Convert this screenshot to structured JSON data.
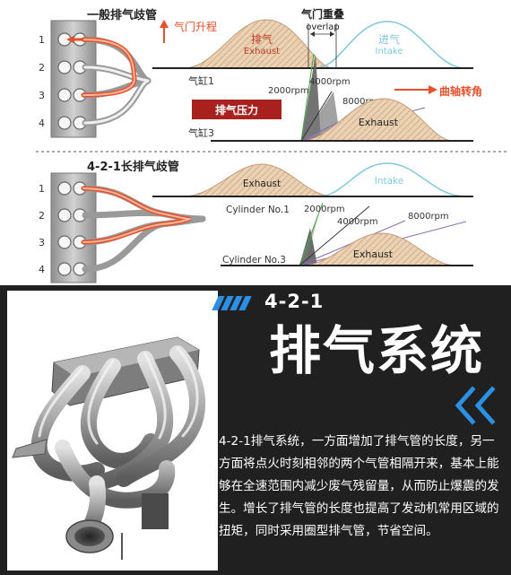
{
  "diagram_top": {
    "title": "一般排气歧管",
    "cylinder_numbers": [
      "1",
      "2",
      "3",
      "4"
    ],
    "valve_lift_label": "气门升程",
    "overlap_label_cn": "气门重叠",
    "overlap_label_en": "overlap",
    "exhaust_label_cn": "排气",
    "exhaust_label_en": "Exhaust",
    "intake_label_cn": "进气",
    "intake_label_en": "Intake",
    "cyl1_label": "气缸1",
    "cyl3_label": "气缸3",
    "crank_angle_label": "曲轴转角",
    "exhaust_pressure_label": "排气压力",
    "exhaust_label_lower": "Exhaust",
    "rpm_labels": [
      "4000rpm",
      "2000rpm",
      "8000rpm"
    ]
  },
  "diagram_bottom": {
    "title": "4-2-1长排气歧管",
    "cylinder_numbers": [
      "1",
      "2",
      "3",
      "4"
    ],
    "exhaust_label": "Exhaust",
    "intake_label": "Intake",
    "cyl1_label": "Cylinder No.1",
    "cyl3_label": "Cylinder No.3",
    "exhaust_label_lower": "Exhaust",
    "rpm_labels": [
      "2000rpm",
      "4000rpm",
      "8000rpm"
    ]
  },
  "info": {
    "sub_heading": "4-2-1",
    "main_heading": "排气系统",
    "description": "4-2-1排气系统，一方面增加了排气管的长度，另一方面将点火时刻相邻的两个气管相隔开来，基本上能够在全速范围内减少废气残留量，从而防止爆震的发生。增长了排气管的长度也提高了发动机常用区域的扭矩，同时采用圈型排气管，节省空间。"
  },
  "colors": {
    "accent_blue": "#2b8fe3",
    "exhaust_red": "#e8502a",
    "pressure_box": "#a8211e",
    "intake_curve": "#79c8dc",
    "exhaust_fill": "#e8caa6",
    "panel_bg": "#202020"
  }
}
